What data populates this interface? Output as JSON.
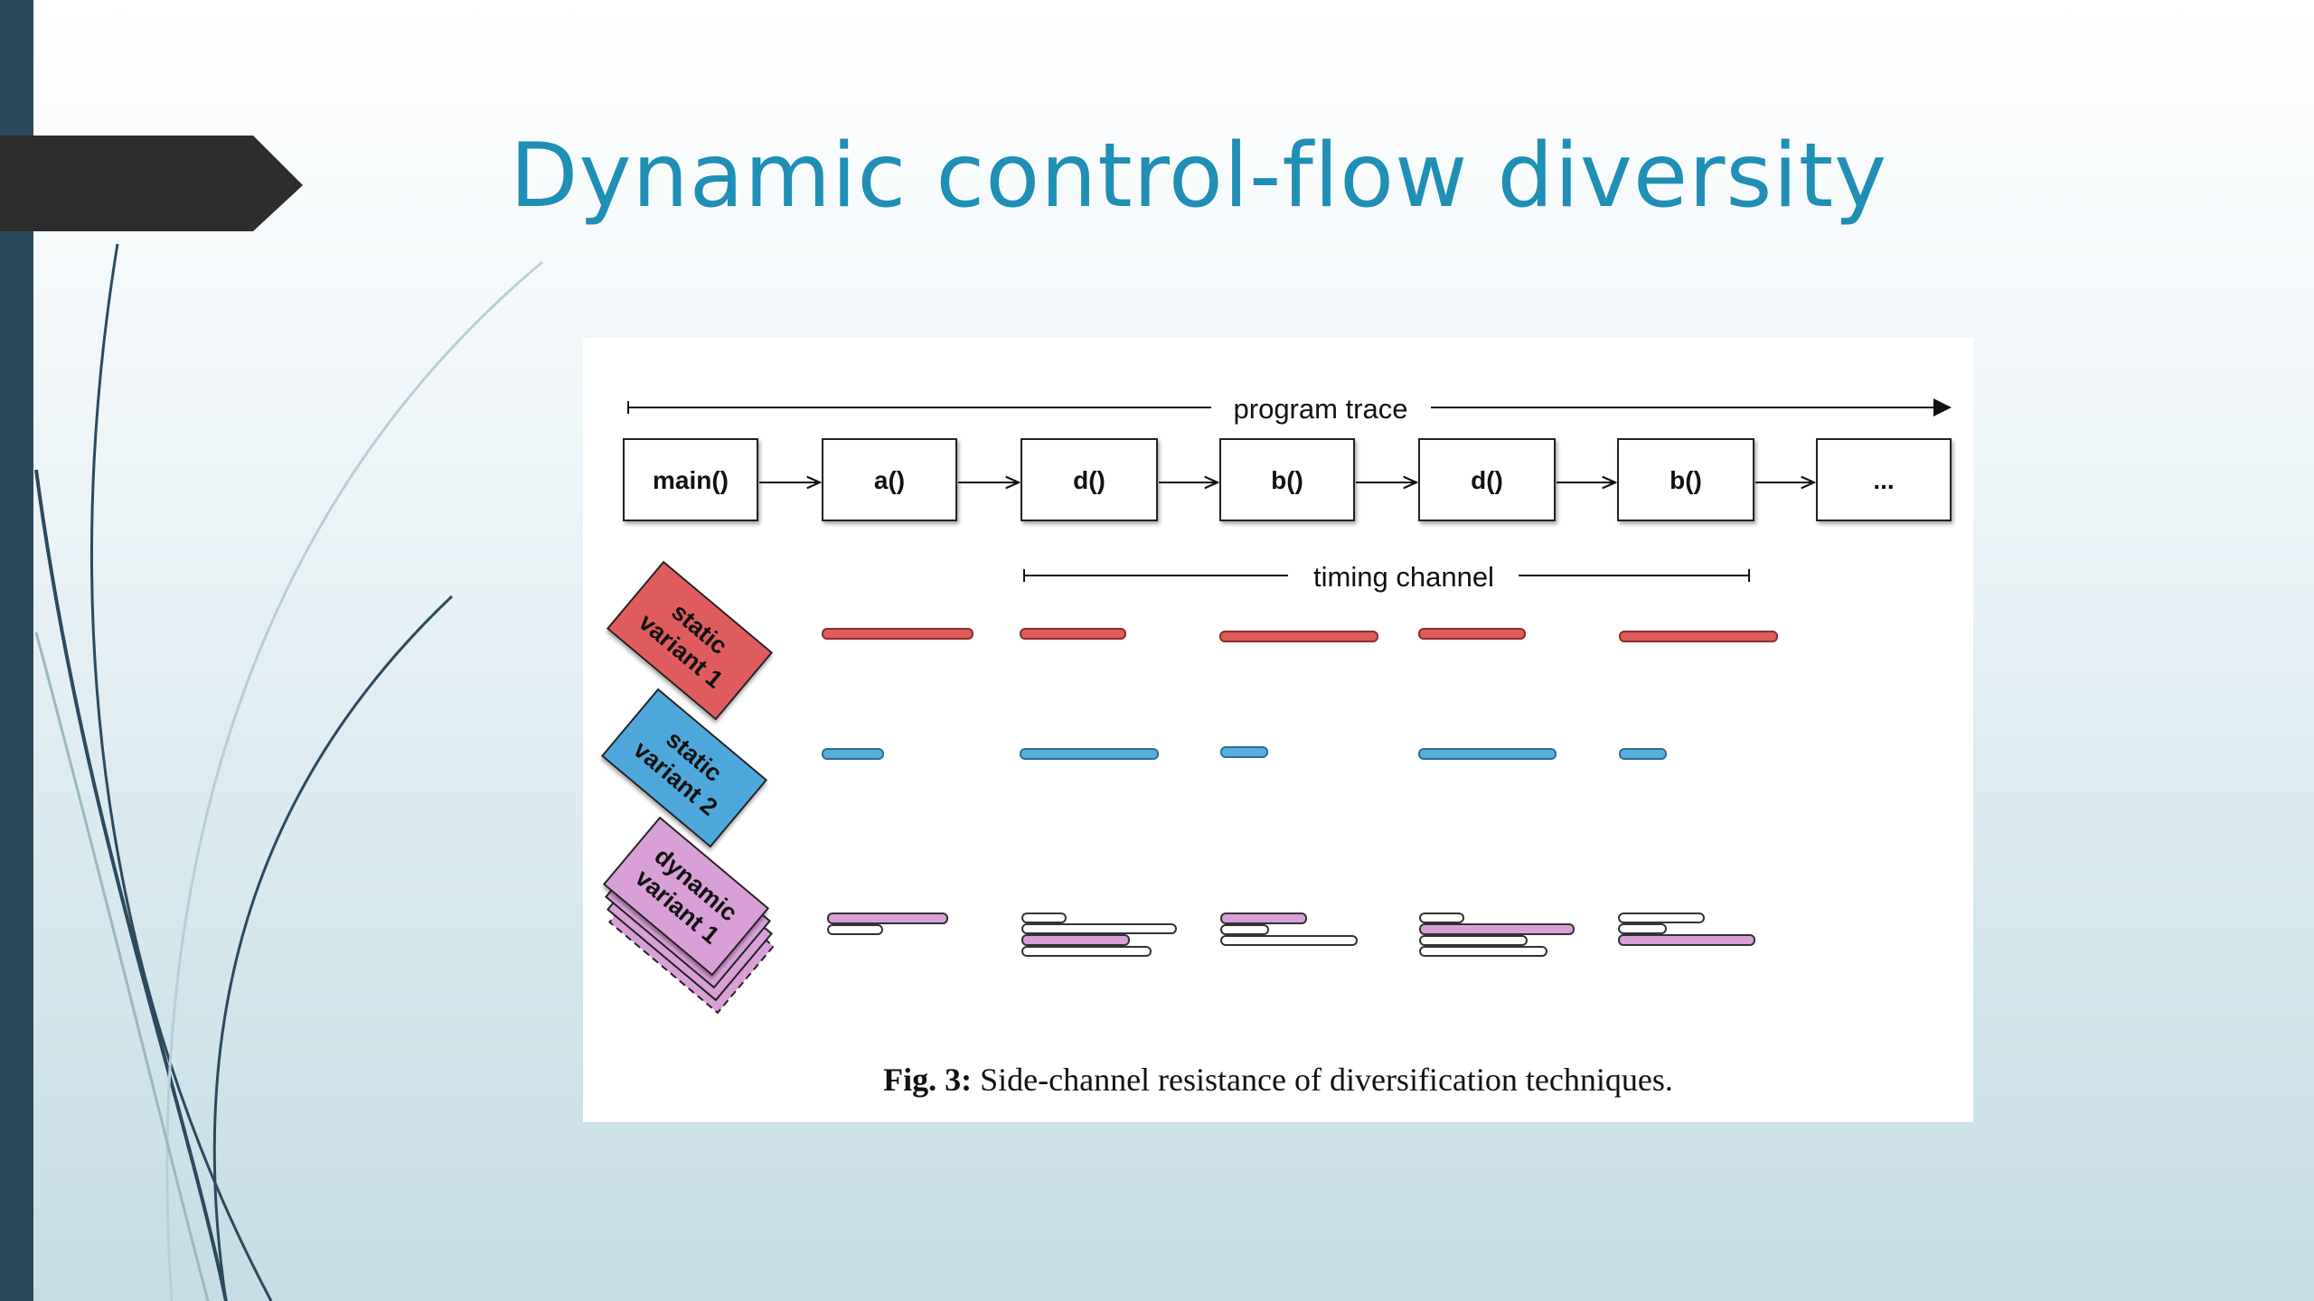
{
  "slide": {
    "title": "Dynamic control-flow diversity"
  },
  "figure": {
    "program_trace_label": "program trace",
    "timing_channel_label": "timing channel",
    "trace_calls": [
      "main()",
      "a()",
      "d()",
      "b()",
      "d()",
      "b()",
      "..."
    ],
    "variants": [
      {
        "line1": "static",
        "line2": "variant 1",
        "color": "#e05c5c"
      },
      {
        "line1": "static",
        "line2": "variant 2",
        "color": "#4fa8dc"
      },
      {
        "line1": "dynamic",
        "line2": "variant 1",
        "color": "#d9a0d8"
      }
    ],
    "caption_label": "Fig. 3:",
    "caption_text": "Side-channel resistance of diversification techniques."
  },
  "colors": {
    "sidebar": "#2c4a5e",
    "title": "#1f8fb5",
    "red_bar": "#e05c5c",
    "blue_bar": "#5aaede",
    "pink_bar": "#d9a0d8"
  }
}
